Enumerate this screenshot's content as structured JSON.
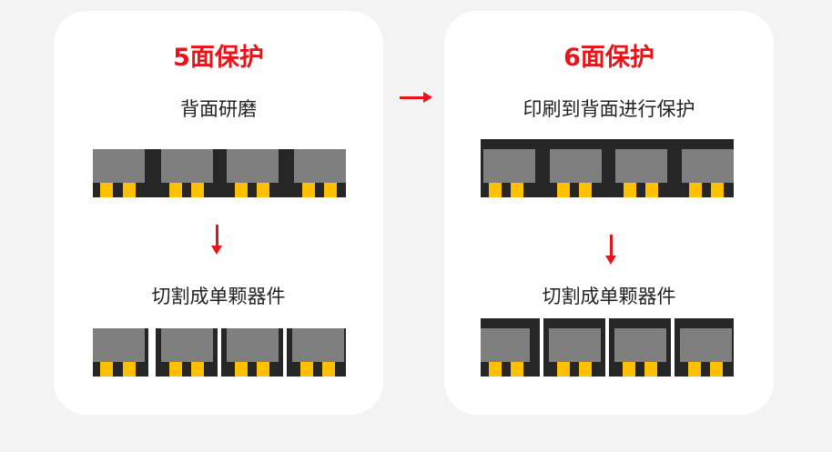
{
  "left_panel": {
    "title": "5面保护",
    "step1": "背面研磨",
    "step2": "切割成单颗器件"
  },
  "right_panel": {
    "title": "6面保护",
    "step1": "印刷到背面进行保护",
    "step2": "切割成单颗器件"
  },
  "colors": {
    "accent": "#e8141a",
    "package_body": "#7f7f7f",
    "substrate": "#262626",
    "pad": "#ffc000"
  }
}
